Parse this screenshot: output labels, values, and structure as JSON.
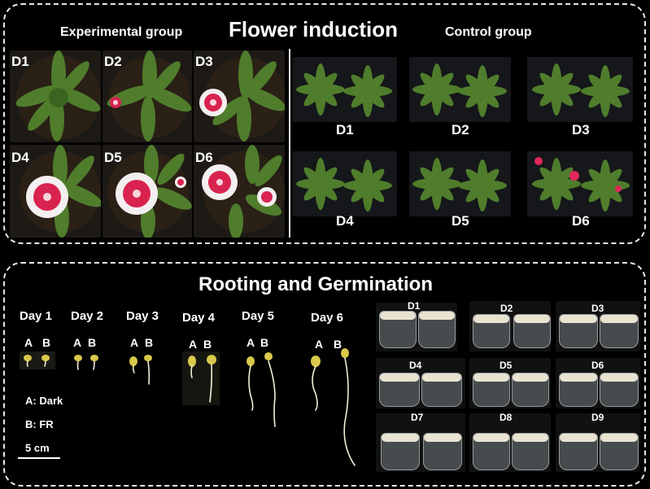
{
  "flower": {
    "title": "Flower induction",
    "experimental_label": "Experimental group",
    "control_label": "Control group",
    "experimental_days": [
      "D1",
      "D2",
      "D3",
      "D4",
      "D5",
      "D6"
    ],
    "control_days": [
      "D1",
      "D2",
      "D3",
      "D4",
      "D5",
      "D6"
    ]
  },
  "rooting": {
    "title": "Rooting and Germination",
    "days": [
      "Day 1",
      "Day 2",
      "Day 3",
      "Day 4",
      "Day 5",
      "Day 6"
    ],
    "label_a": "A",
    "label_b": "B",
    "legend_a": "A: Dark",
    "legend_b": "B: FR",
    "scale": "5 cm",
    "hydro_days": [
      "D1",
      "D2",
      "D3",
      "D4",
      "D5",
      "D6",
      "D7",
      "D8",
      "D9"
    ]
  },
  "colors": {
    "background": "#000000",
    "panel_border": "#e8e8e8",
    "leaf": "#4f7d2c",
    "flower_red": "#d8234f",
    "seed_yellow": "#d9c94a"
  }
}
